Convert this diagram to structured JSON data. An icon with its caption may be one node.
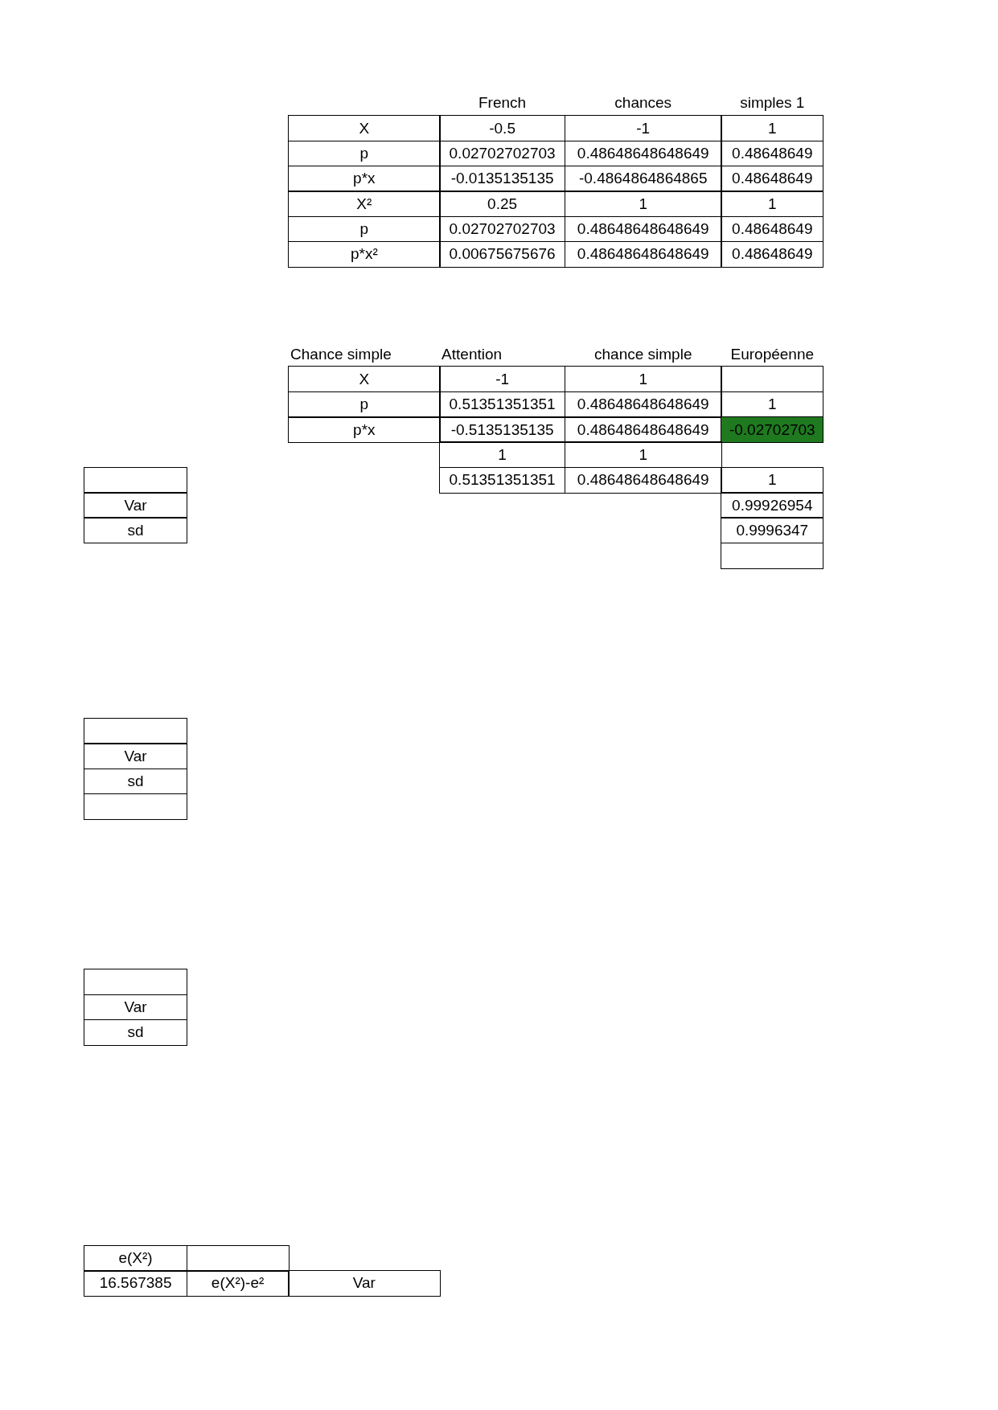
{
  "diagram": {
    "labels": [
      "French",
      "chances",
      "simples 1",
      "X",
      "-0.5",
      "-1",
      "1",
      "p",
      "0.02702702703",
      "0.48648648648649",
      "0.48648649",
      "p*x",
      "-0.0135135135",
      "-0.4864864864865",
      "0.48648649",
      "X²",
      "0.25",
      "1",
      "1",
      "p",
      "0.02702702703",
      "0.48648648648649",
      "0.48648649",
      "p*x²",
      "0.00675675676",
      "0.48648648648649",
      "0.48648649",
      "Chance simple",
      "Attention",
      "chance simple",
      "Européenne",
      "X",
      "-1",
      "1",
      "p",
      "0.51351351351",
      "0.48648648648649",
      "1",
      "p*x",
      "-0.5135135135",
      "0.48648648648649",
      "-0.02702703",
      "1",
      "1",
      "0.51351351351",
      "0.48648648648649",
      "1",
      "Var",
      "0.99926954",
      "sd",
      "0.9996347",
      "Var",
      "sd",
      "Var",
      "sd",
      "e(X²)",
      "16.567385",
      "e(X²)-e²",
      "Var"
    ]
  }
}
